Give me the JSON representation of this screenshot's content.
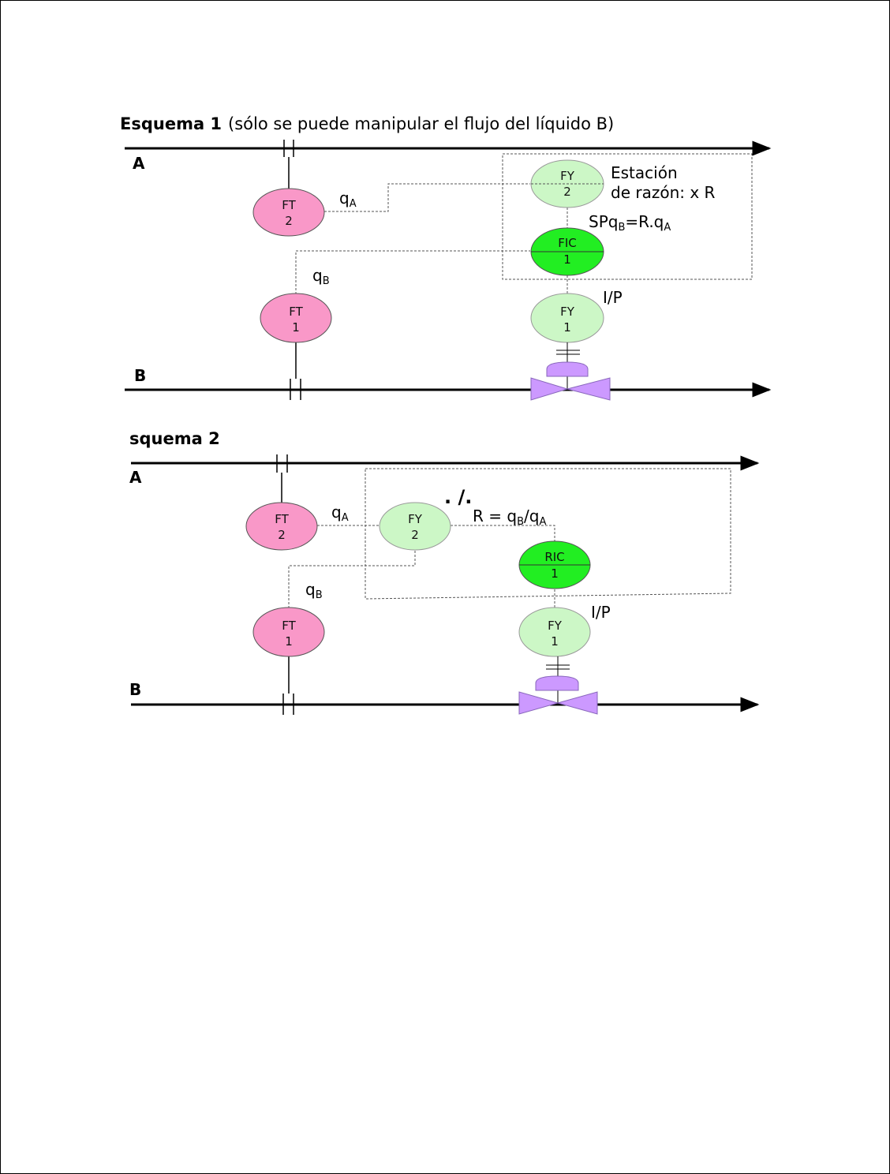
{
  "scheme1": {
    "title_bold": "Esquema 1",
    "title_rest": "(sólo se puede manipular el flujo del líquido B)",
    "line_a": "A",
    "line_b": "B",
    "station_line1": "Estación",
    "station_line2": "de razón: x R",
    "qa_main": "q",
    "qa_sub": "A",
    "qb_main": "q",
    "qb_sub": "B",
    "sp_p1": "SPq",
    "sp_sub1": "B",
    "sp_p2": "=R.q",
    "sp_sub2": "A",
    "ip": "I/P",
    "ft2": {
      "tag": "FT",
      "num": "2"
    },
    "ft1": {
      "tag": "FT",
      "num": "1"
    },
    "fy2": {
      "tag": "FY",
      "num": "2"
    },
    "fic1": {
      "tag": "FIC",
      "num": "1"
    },
    "fy1": {
      "tag": "FY",
      "num": "1"
    }
  },
  "scheme2": {
    "title": "squema 2",
    "line_a": "A",
    "line_b": "B",
    "divide_symbol": ". /.",
    "qa_main": "q",
    "qa_sub": "A",
    "qb_main": "q",
    "qb_sub": "B",
    "r_p1": "R = q",
    "r_sub1": "B",
    "r_p2": "/q",
    "r_sub2": "A",
    "ip": "I/P",
    "ft2": {
      "tag": "FT",
      "num": "2"
    },
    "ft1": {
      "tag": "FT",
      "num": "1"
    },
    "fy2": {
      "tag": "FY",
      "num": "2"
    },
    "ric1": {
      "tag": "RIC",
      "num": "1"
    },
    "fy1": {
      "tag": "FY",
      "num": "1"
    }
  },
  "colors": {
    "transmitter": "#f998c8",
    "relay": "#ccf7c6",
    "controller": "#22ee22",
    "valve": "#cc99ff"
  }
}
